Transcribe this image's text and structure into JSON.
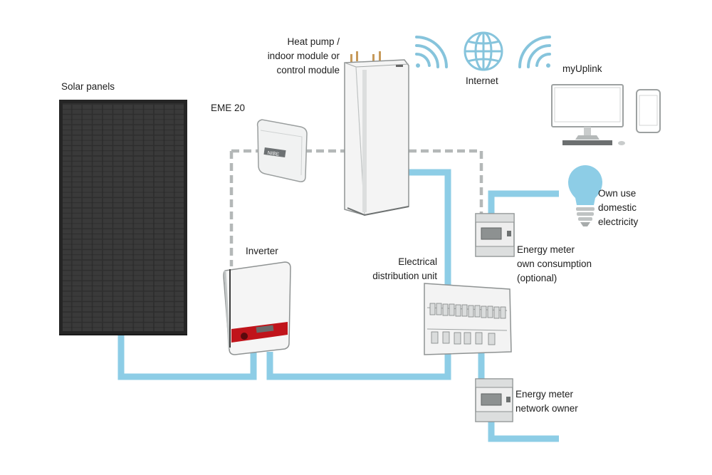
{
  "labels": {
    "solar_panels": "Solar panels",
    "eme": "EME 20",
    "heat_pump": [
      "Heat pump /",
      "indoor module or",
      "control module"
    ],
    "internet": "Internet",
    "myuplink": "myUplink",
    "own_use": [
      "Own use",
      "domestic",
      "electricity"
    ],
    "energy_meter_own": [
      "Energy meter",
      "own consumption",
      "(optional)"
    ],
    "inverter": "Inverter",
    "distribution_unit": [
      "Electrical",
      "distribution unit"
    ],
    "energy_meter_network": [
      "Energy meter",
      "network owner"
    ]
  },
  "brand_text": "NIBE",
  "colors": {
    "power_line": "#8dcde6",
    "data_line": "#b4b8b8",
    "wifi": "#86c4dc",
    "panel": "#2c2c2c",
    "inverter_band": "#c0141b"
  },
  "icons": [
    "wifi-icon",
    "globe-icon",
    "monitor-icon",
    "smartphone-icon",
    "lightbulb-icon"
  ]
}
